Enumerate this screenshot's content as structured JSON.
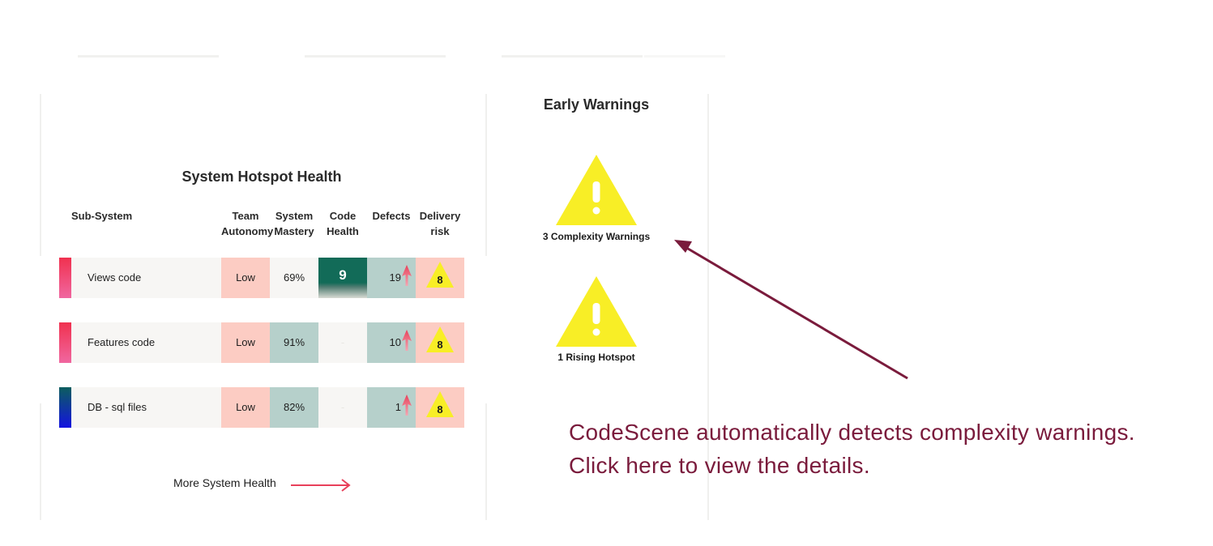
{
  "hotspot_health": {
    "title": "System Hotspot Health",
    "columns": {
      "subsystem": "Sub-System",
      "autonomy": [
        "Team",
        "Autonomy"
      ],
      "mastery": [
        "System",
        "Mastery"
      ],
      "code_health": [
        "Code",
        "Health"
      ],
      "defects": "Defects",
      "delivery_risk": [
        "Delivery",
        "risk"
      ]
    },
    "rows": [
      {
        "name": "Views code",
        "autonomy": "Low",
        "mastery": "69%",
        "code_health": "9",
        "defects": "19",
        "risk": "8",
        "bar_colors": [
          "#f0314f",
          "#f067a0"
        ]
      },
      {
        "name": "Features code",
        "autonomy": "Low",
        "mastery": "91%",
        "code_health": "-",
        "defects": "10",
        "risk": "8",
        "bar_colors": [
          "#f0314f",
          "#f067a0"
        ]
      },
      {
        "name": "DB - sql files",
        "autonomy": "Low",
        "mastery": "82%",
        "code_health": "-",
        "defects": "1",
        "risk": "8",
        "bar_colors": [
          "#0c5e5e",
          "#1313e0"
        ]
      }
    ],
    "more_link": "More System Health"
  },
  "early_warnings": {
    "title": "Early Warnings",
    "items": [
      {
        "label": "3 Complexity Warnings",
        "icon": "warning-triangle-icon"
      },
      {
        "label": "1 Rising Hotspot",
        "icon": "warning-triangle-icon"
      }
    ]
  },
  "annotation": {
    "line1": "CodeScene automatically detects complexity warnings.",
    "line2": "Click here to view the details.",
    "color": "#7a1b3c"
  },
  "colors": {
    "warning_yellow": "#f8ee26",
    "low_bg": "#fcccc3",
    "teal_bg": "#b6d0cb",
    "health_green": "#126b58",
    "arrow_red": "#e8405a"
  }
}
